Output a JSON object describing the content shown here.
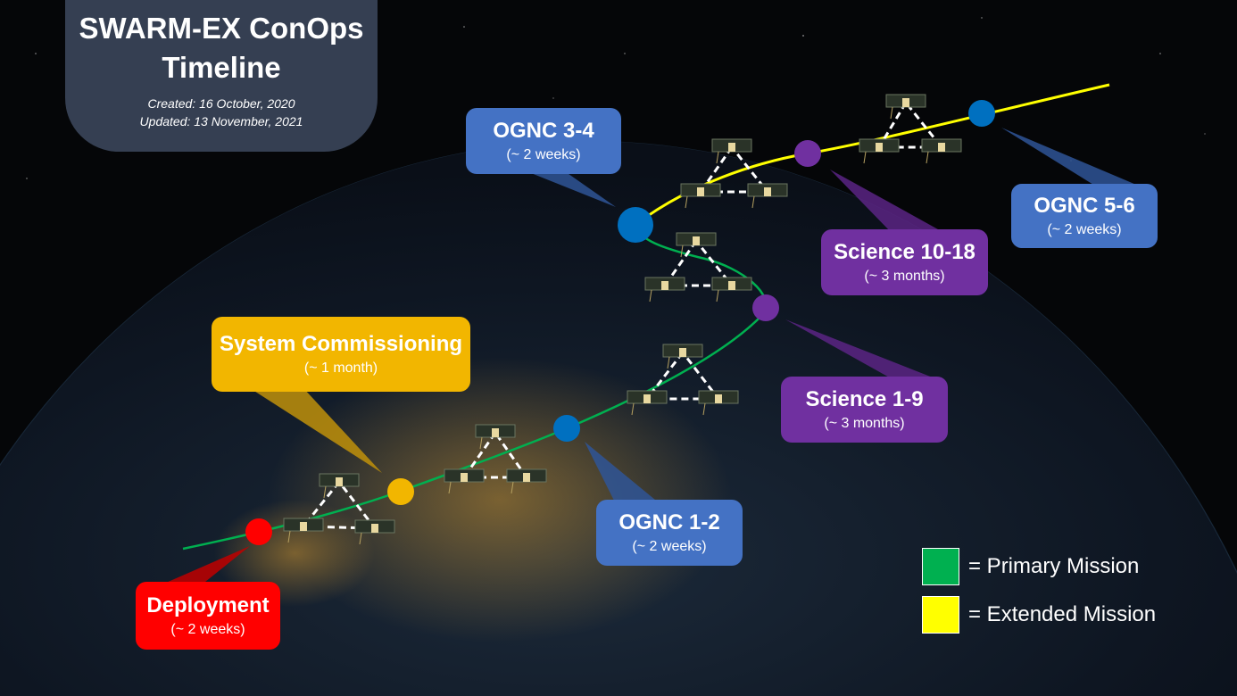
{
  "header": {
    "title_line1": "SWARM-EX ConOps",
    "title_line2": "Timeline",
    "created": "Created: 16 October, 2020",
    "updated": "Updated: 13 November, 2021"
  },
  "phases": [
    {
      "name": "Deployment",
      "duration": "(~ 2 weeks)",
      "color": "#ff0000"
    },
    {
      "name": "System Commissioning",
      "duration": "(~ 1 month)",
      "color": "#f2b600"
    },
    {
      "name": "OGNC 1-2",
      "duration": "(~ 2 weeks)",
      "color": "#4472c4"
    },
    {
      "name": "Science 1-9",
      "duration": "(~ 3 months)",
      "color": "#7030a0"
    },
    {
      "name": "OGNC 3-4",
      "duration": "(~ 2 weeks)",
      "color": "#4472c4"
    },
    {
      "name": "Science 10-18",
      "duration": "(~ 3 months)",
      "color": "#7030a0"
    },
    {
      "name": "OGNC 5-6",
      "duration": "(~ 2 weeks)",
      "color": "#4472c4"
    }
  ],
  "legend": [
    {
      "label": "= Primary Mission",
      "color": "#00b050"
    },
    {
      "label": "= Extended Mission",
      "color": "#ffff00"
    }
  ]
}
